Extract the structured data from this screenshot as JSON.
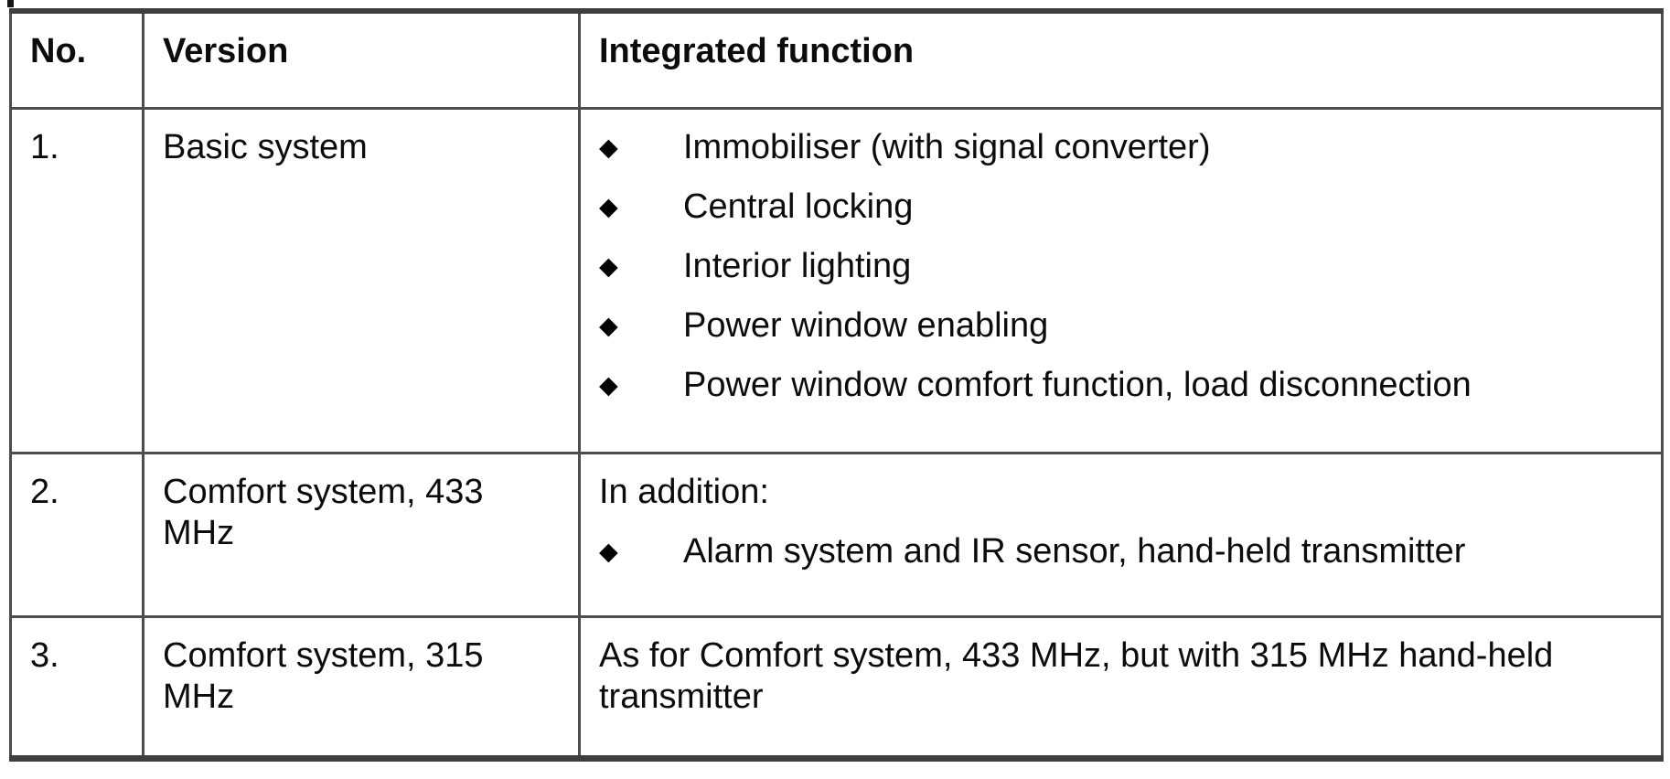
{
  "table": {
    "bullet_glyph": "◆",
    "border_color": "#4d4d4d",
    "thick_border_color": "#3e3e3e",
    "text_color": "#0c0c0c",
    "columns": [
      "No.",
      "Version",
      "Integrated function"
    ],
    "rows": [
      {
        "no": "1.",
        "version": "Basic system",
        "bullets": [
          "Immobiliser (with signal converter)",
          "Central locking",
          "Interior lighting",
          "Power window enabling",
          "Power window comfort function, load disconnection"
        ]
      },
      {
        "no": "2.",
        "version": "Comfort system, 433 MHz",
        "intro": "In addition:",
        "bullets": [
          "Alarm system and IR sensor, hand-held transmitter"
        ]
      },
      {
        "no": "3.",
        "version": "Comfort system, 315 MHz",
        "text": "As for Comfort system, 433 MHz, but with 315 MHz hand-held transmitter"
      }
    ]
  }
}
